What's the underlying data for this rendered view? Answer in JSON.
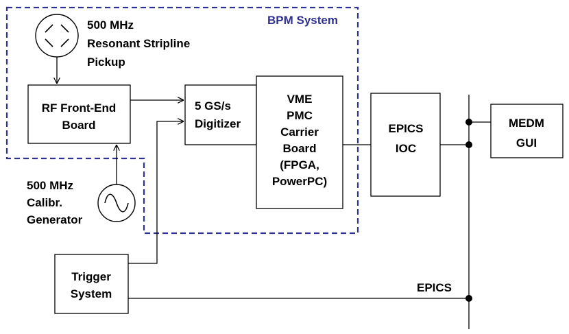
{
  "bpm_system": {
    "title": "BPM System",
    "border_color": "#2e3192"
  },
  "pickup": {
    "icon": "stripline-pickup-icon",
    "lines": [
      "500 MHz",
      "Resonant Stripline",
      "Pickup"
    ]
  },
  "rf_frontend": {
    "lines": [
      "RF Front-End",
      "Board"
    ]
  },
  "digitizer": {
    "lines": [
      "5 GS/s",
      "Digitizer"
    ]
  },
  "vme": {
    "lines": [
      "VME",
      "PMC",
      "Carrier",
      "Board",
      "(FPGA,",
      "PowerPC)"
    ]
  },
  "epics_ioc": {
    "lines": [
      "EPICS",
      "IOC"
    ]
  },
  "medm": {
    "lines": [
      "MEDM",
      "GUI"
    ]
  },
  "calibration": {
    "icon": "sine-wave-generator-icon",
    "lines": [
      "500 MHz",
      "Calibr.",
      "Generator"
    ]
  },
  "trigger": {
    "lines": [
      "Trigger",
      "System"
    ]
  },
  "bus": {
    "label": "EPICS"
  }
}
